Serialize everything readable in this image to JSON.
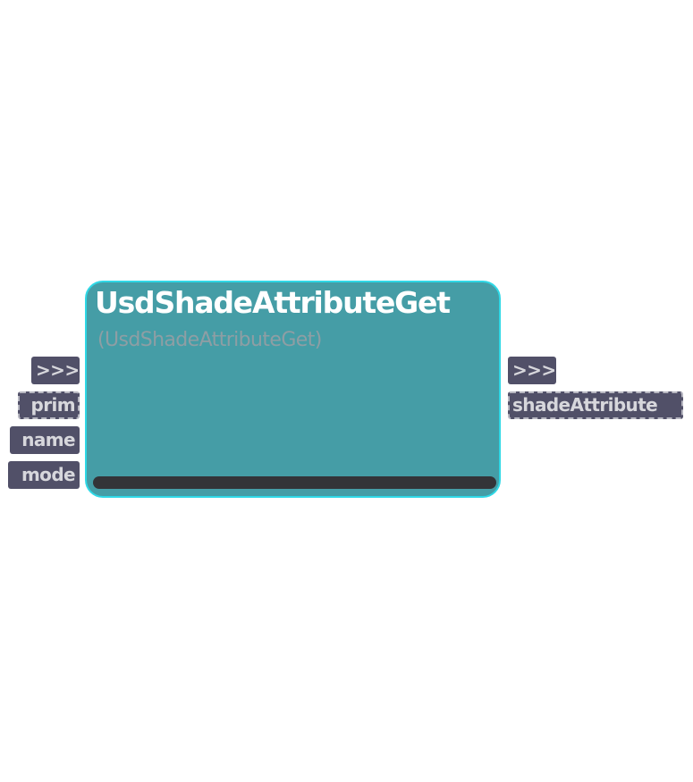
{
  "node": {
    "title": "UsdShadeAttributeGet",
    "subtitle": "(UsdShadeAttributeGet)",
    "progress": 0,
    "colors": {
      "body": "#459da6",
      "border": "#2fd8e6",
      "track": "#333438",
      "pin": "#515068"
    }
  },
  "inputs": [
    {
      "label": ">>>"
    },
    {
      "label": "prim"
    },
    {
      "label": "name"
    },
    {
      "label": "mode"
    }
  ],
  "outputs": [
    {
      "label": ">>>"
    },
    {
      "label": "shadeAttribute"
    }
  ]
}
